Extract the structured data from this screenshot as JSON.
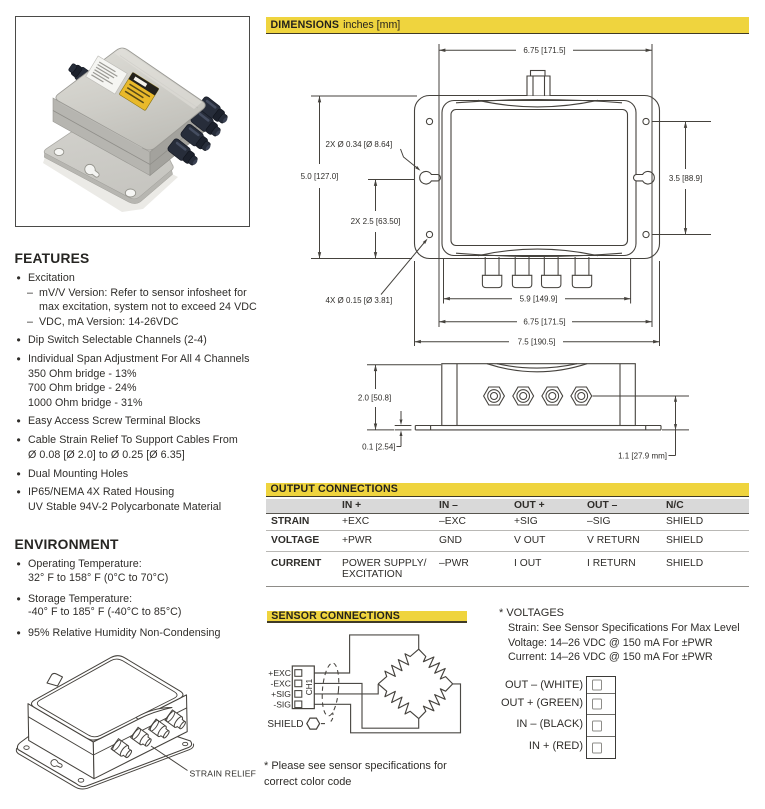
{
  "page": {
    "background": "#ffffff"
  },
  "colors": {
    "brand_yellow": "#efd43e",
    "bar_underline": "#3f3a26",
    "table_header_bg": "#d9d9d9",
    "text": "#2f2d2a",
    "line": "#45423d"
  },
  "features": {
    "title": "FEATURES",
    "items": [
      {
        "lines": [
          "Excitation"
        ],
        "subs": [
          {
            "lines": [
              "mV/V Version: Refer to sensor infosheet for",
              "max excitation, system not to exceed 24 VDC"
            ]
          },
          {
            "lines": [
              "VDC, mA Version: 14-26VDC"
            ]
          }
        ]
      },
      {
        "lines": [
          "Dip Switch Selectable Channels (2-4)"
        ]
      },
      {
        "lines": [
          "Individual Span Adjustment For All 4 Channels",
          "350 Ohm bridge - 13%",
          "700 Ohm bridge - 24%",
          "1000 Ohm bridge - 31%"
        ]
      },
      {
        "lines": [
          "Easy Access Screw Terminal Blocks"
        ]
      },
      {
        "lines": [
          "Cable Strain Relief To Support Cables From",
          "Ø 0.08 [Ø 2.0] to Ø 0.25 [Ø 6.35]"
        ]
      },
      {
        "lines": [
          "Dual Mounting Holes"
        ]
      },
      {
        "lines": [
          "IP65/NEMA 4X Rated Housing",
          "UV Stable 94V-2 Polycarbonate Material"
        ]
      }
    ]
  },
  "environment": {
    "title": "ENVIRONMENT",
    "items": [
      {
        "lines": [
          "Operating Temperature:",
          "32° F to 158° F (0°C to 70°C)"
        ]
      },
      {
        "lines": [
          "Storage Temperature:",
          "-40° F to 185° F (-40°C to 85°C)"
        ]
      },
      {
        "lines": [
          "95% Relative Humidity Non-Condensing"
        ]
      }
    ]
  },
  "dimensions": {
    "title": "DIMENSIONS",
    "subtitle": "inches [mm]",
    "labels": {
      "top_width": "6.75 [171.5]",
      "height": "5.0 [127.0]",
      "slot_note": "2X Ø 0.34 [Ø 8.64]",
      "slot_spacing": "2X 2.5 [63.50]",
      "hole_note": "4X Ø 0.15 [Ø 3.81]",
      "right_spacing": "3.5 [88.9]",
      "gland_width": "5.9 [149.9]",
      "bottom_width": "6.75 [171.5]",
      "total_width": "7.5 [190.5]",
      "side_height": "2.0 [50.8]",
      "plate_thickness": "0.1 [2.54]",
      "gland_height": "1.1 [27.9 mm]"
    }
  },
  "output_connections": {
    "title": "OUTPUT CONNECTIONS",
    "columns": [
      "IN +",
      "IN –",
      "OUT +",
      "OUT –",
      "N/C"
    ],
    "rows": [
      {
        "label": "STRAIN",
        "cells": [
          "+EXC",
          "–EXC",
          "+SIG",
          "–SIG",
          "SHIELD"
        ]
      },
      {
        "label": "VOLTAGE",
        "cells": [
          "+PWR",
          "GND",
          "V OUT",
          "V RETURN",
          "SHIELD"
        ]
      },
      {
        "label": "CURRENT",
        "cells": [
          [
            "POWER SUPPLY/",
            "EXCITATION"
          ],
          "–PWR",
          "I OUT",
          "I RETURN",
          "SHIELD"
        ]
      }
    ]
  },
  "sensor_connections": {
    "title": "SENSOR CONNECTIONS",
    "terminal_exc_plus": "+EXC",
    "terminal_exc_minus": "-EXC",
    "terminal_sig_plus": "+SIG",
    "terminal_sig_minus": "-SIG",
    "channel": "CH1",
    "shield_label": "SHIELD",
    "footnote_lines": [
      "* Please see sensor specifications for",
      "correct color code"
    ]
  },
  "voltages": {
    "title": "* VOLTAGES",
    "lines": [
      "Strain: See Sensor Specifications For Max Level",
      "Voltage: 14–26 VDC @ 150 mA For ±PWR",
      "Current: 14–26 VDC @ 150 mA For ±PWR"
    ]
  },
  "color_code": {
    "items": [
      "OUT – (WHITE)",
      "OUT + (GREEN)",
      "IN – (BLACK)",
      "IN + (RED)"
    ]
  },
  "iso_drawing": {
    "strain_relief_label": "STRAIN RELIEF"
  }
}
